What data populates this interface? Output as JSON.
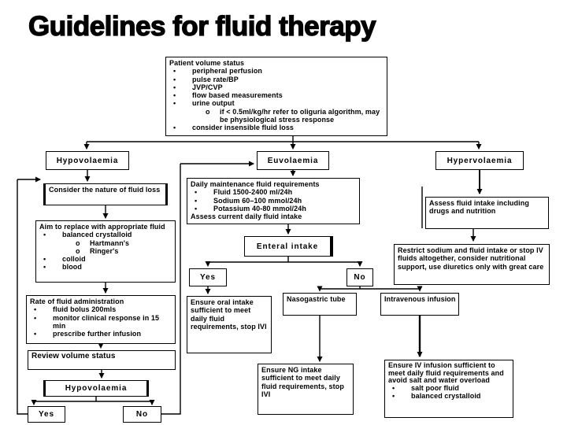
{
  "title": "Guidelines for fluid therapy",
  "colors": {
    "ink": "#000000",
    "background": "#ffffff"
  },
  "nodes": {
    "patient_status": {
      "lines": [
        {
          "t": "Patient volume status"
        },
        {
          "b": "•",
          "i": 1,
          "t": "peripheral perfusion"
        },
        {
          "b": "•",
          "i": 1,
          "t": "pulse rate/BP"
        },
        {
          "b": "•",
          "i": 1,
          "t": "JVP/CVP"
        },
        {
          "b": "•",
          "i": 1,
          "t": "flow based measurements"
        },
        {
          "b": "•",
          "i": 1,
          "t": "urine output"
        },
        {
          "b": "o",
          "i": 2,
          "t": "if < 0.5ml/kg/hr refer to oliguria algorithm, may be physiological stress response"
        },
        {
          "b": "•",
          "i": 1,
          "t": "consider insensible fluid loss"
        }
      ]
    },
    "hypovolaemia1": {
      "lines": [
        {
          "t": "Hypovolaemia"
        }
      ]
    },
    "euvolaemia": {
      "lines": [
        {
          "t": "Euvolaemia"
        }
      ]
    },
    "hypervolaemia": {
      "lines": [
        {
          "t": "Hypervolaemia"
        }
      ]
    },
    "consider_nature": {
      "lines": [
        {
          "t": "Consider the nature of fluid loss"
        }
      ]
    },
    "aim_replace": {
      "lines": [
        {
          "t": "Aim to replace with appropriate fluid"
        },
        {
          "b": "•",
          "i": 1,
          "t": "balanced crystalloid"
        },
        {
          "b": "o",
          "i": 2,
          "t": "Hartmann's"
        },
        {
          "b": "o",
          "i": 2,
          "t": "Ringer's"
        },
        {
          "b": "•",
          "i": 1,
          "t": "colloid"
        },
        {
          "b": "•",
          "i": 1,
          "t": "blood"
        }
      ]
    },
    "rate_admin": {
      "lines": [
        {
          "t": "Rate of fluid administration"
        },
        {
          "b": "•",
          "i": 1,
          "t": "fluid bolus 200mls"
        },
        {
          "b": "•",
          "i": 1,
          "t": "monitor clinical response in 15 min"
        },
        {
          "b": "•",
          "i": 1,
          "t": "prescribe further infusion"
        }
      ]
    },
    "review_status": {
      "lines": [
        {
          "t": "Review volume status"
        }
      ]
    },
    "hypovolaemia2": {
      "lines": [
        {
          "t": "Hypovolaemia"
        }
      ]
    },
    "yes1": {
      "lines": [
        {
          "t": "Yes"
        }
      ]
    },
    "no1": {
      "lines": [
        {
          "t": "No"
        }
      ]
    },
    "daily_maintenance": {
      "lines": [
        {
          "t": "Daily maintenance fluid requirements"
        },
        {
          "b": "•",
          "i": 1,
          "t": "Fluid 1500-2400 ml/24h"
        },
        {
          "b": "•",
          "i": 1,
          "t": "Sodium 60–100 mmol/24h"
        },
        {
          "b": "•",
          "i": 1,
          "t": "Potassium 40-80 mmol/24h"
        },
        {
          "t": "Assess current daily fluid intake"
        }
      ]
    },
    "enteral": {
      "lines": [
        {
          "t": "Enteral intake"
        }
      ]
    },
    "yes2": {
      "lines": [
        {
          "t": "Yes"
        }
      ]
    },
    "no2": {
      "lines": [
        {
          "t": "No"
        }
      ]
    },
    "ensure_oral": {
      "lines": [
        {
          "t": "Ensure oral intake sufficient to meet daily fluid requirements, stop IVI"
        }
      ]
    },
    "ng_tube": {
      "lines": [
        {
          "t": "Nasogastric tube"
        }
      ]
    },
    "iv_infusion": {
      "lines": [
        {
          "t": "Intravenous infusion"
        }
      ]
    },
    "ensure_ng": {
      "lines": [
        {
          "t": "Ensure NG intake sufficient to meet daily fluid requirements, stop IVI"
        }
      ]
    },
    "ensure_iv": {
      "lines": [
        {
          "t": "Ensure IV infusion sufficient to meet daily fluid requirements and avoid salt and water overload"
        },
        {
          "b": "•",
          "i": 1,
          "t": "salt poor fluid"
        },
        {
          "b": "•",
          "i": 1,
          "t": "balanced crystalloid"
        }
      ]
    },
    "assess_intake": {
      "lines": [
        {
          "t": "Assess fluid intake including drugs and nutrition"
        }
      ]
    },
    "restrict": {
      "lines": [
        {
          "t": "Restrict sodium and fluid intake or stop IV fluids altogether, consider nutritional support, use diuretics only with great care"
        }
      ]
    }
  }
}
